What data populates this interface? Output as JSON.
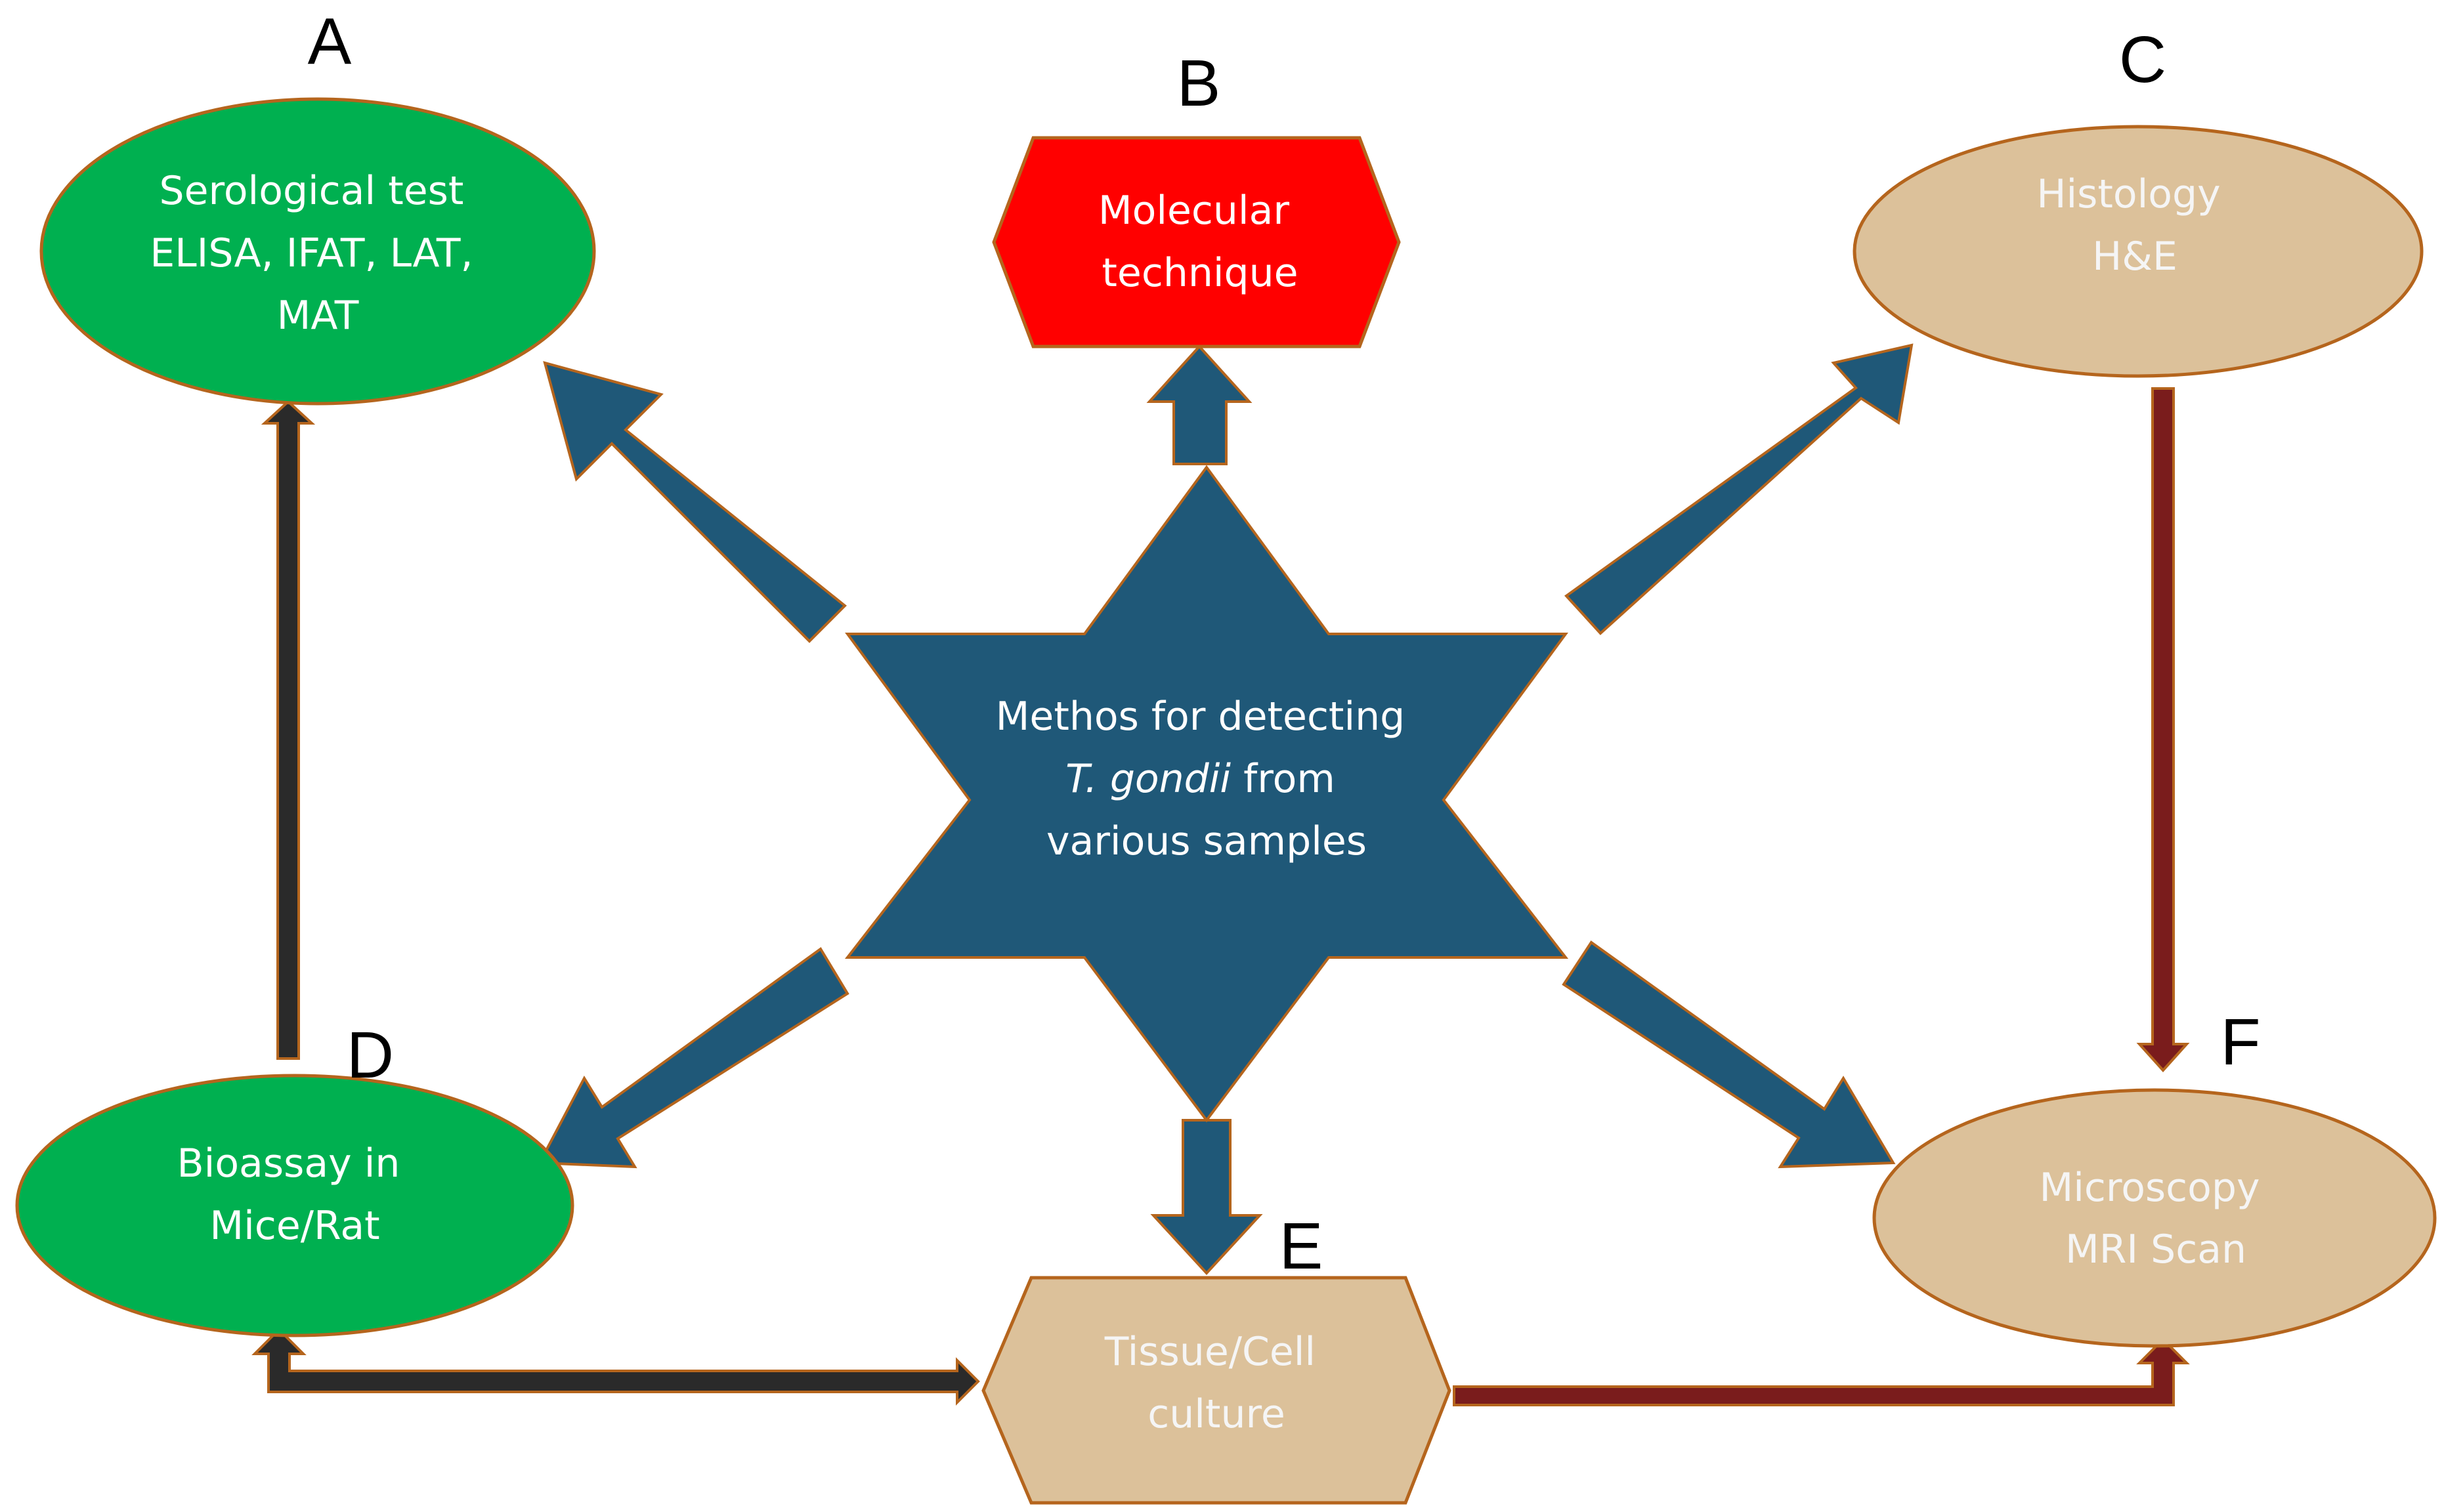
{
  "colors": {
    "node_outline": "#b5651d",
    "green_node": "#00b050",
    "red_node": "#ff0000",
    "tan_node": "#dcc19a",
    "star_and_arrows": "#1f5878",
    "arrow_dark_fill": "#2a2a2a",
    "arrow_red_fill": "#7a1c1c",
    "text_light": "#ffffff",
    "text_on_tan": "#f5f5f5"
  },
  "center": {
    "line1": "Methos for detecting",
    "line2_italic": "T. gondii",
    "line2_rest": " from",
    "line3": "various samples"
  },
  "nodes": {
    "A": {
      "letter": "A",
      "lines": [
        "Serological test",
        "ELISA, IFAT, LAT,",
        "MAT"
      ],
      "shape": "ellipse"
    },
    "B": {
      "letter": "B",
      "lines": [
        "Molecular",
        "technique"
      ],
      "shape": "hexagon"
    },
    "C": {
      "letter": "C",
      "lines": [
        "Histology",
        "H&E"
      ],
      "shape": "ellipse"
    },
    "D": {
      "letter": "D",
      "lines": [
        "Bioassay in",
        "Mice/Rat"
      ],
      "shape": "ellipse"
    },
    "E": {
      "letter": "E",
      "lines": [
        "Tissue/Cell",
        "culture"
      ],
      "shape": "hexagon"
    },
    "F": {
      "letter": "F",
      "lines": [
        "Microscopy",
        "MRI Scan"
      ],
      "shape": "ellipse"
    }
  },
  "connections": [
    {
      "from": "center",
      "to": "A"
    },
    {
      "from": "center",
      "to": "B"
    },
    {
      "from": "center",
      "to": "C"
    },
    {
      "from": "center",
      "to": "D"
    },
    {
      "from": "center",
      "to": "E"
    },
    {
      "from": "center",
      "to": "F"
    },
    {
      "from": "D",
      "to": "A"
    },
    {
      "from": "C",
      "to": "F"
    },
    {
      "from": "D",
      "to": "E"
    },
    {
      "from": "E",
      "to": "D"
    },
    {
      "from": "E",
      "to": "F"
    }
  ]
}
